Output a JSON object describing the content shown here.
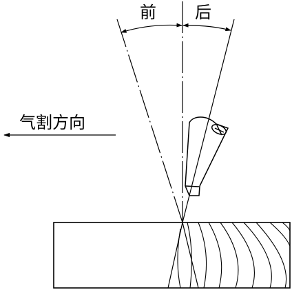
{
  "labels": {
    "front": "前",
    "back": "后",
    "cutting_direction": "气割方向"
  },
  "colors": {
    "line": "#000000",
    "background": "#ffffff"
  },
  "icons": {
    "direction_arrow": "arrow-left-icon",
    "torch": "cutting-torch-icon"
  }
}
